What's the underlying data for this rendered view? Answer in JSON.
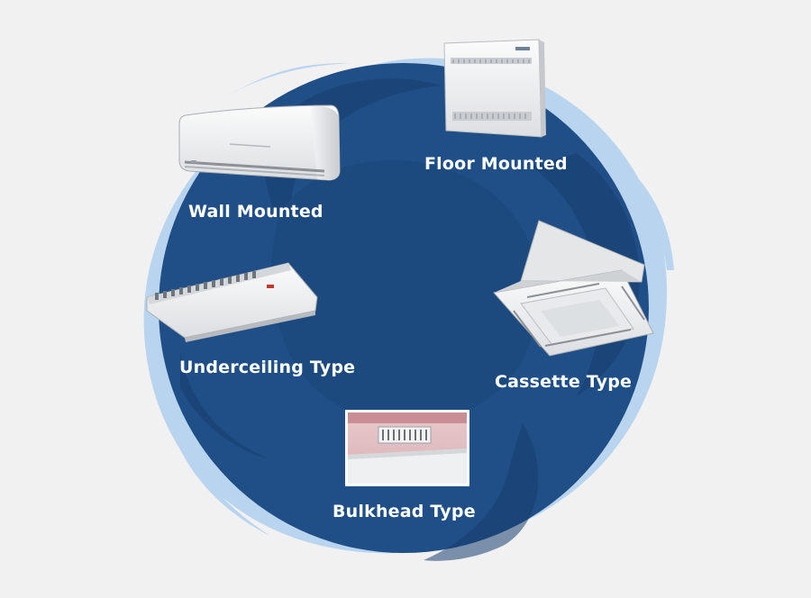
{
  "colors": {
    "background": "#f1f1f2",
    "ring_light": "#b9d4ef",
    "circle_main": "#1f4f86",
    "swirl_dark": "#173e6d",
    "label_text": "#ffffff"
  },
  "units": [
    {
      "label": "Floor Mounted",
      "icon": "floor-mounted-ac-icon"
    },
    {
      "label": "Wall Mounted",
      "icon": "wall-mounted-ac-icon"
    },
    {
      "label": "Underceiling Type",
      "icon": "underceiling-ac-icon"
    },
    {
      "label": "Cassette Type",
      "icon": "cassette-ac-icon"
    },
    {
      "label": "Bulkhead Type",
      "icon": "bulkhead-ac-icon"
    }
  ]
}
